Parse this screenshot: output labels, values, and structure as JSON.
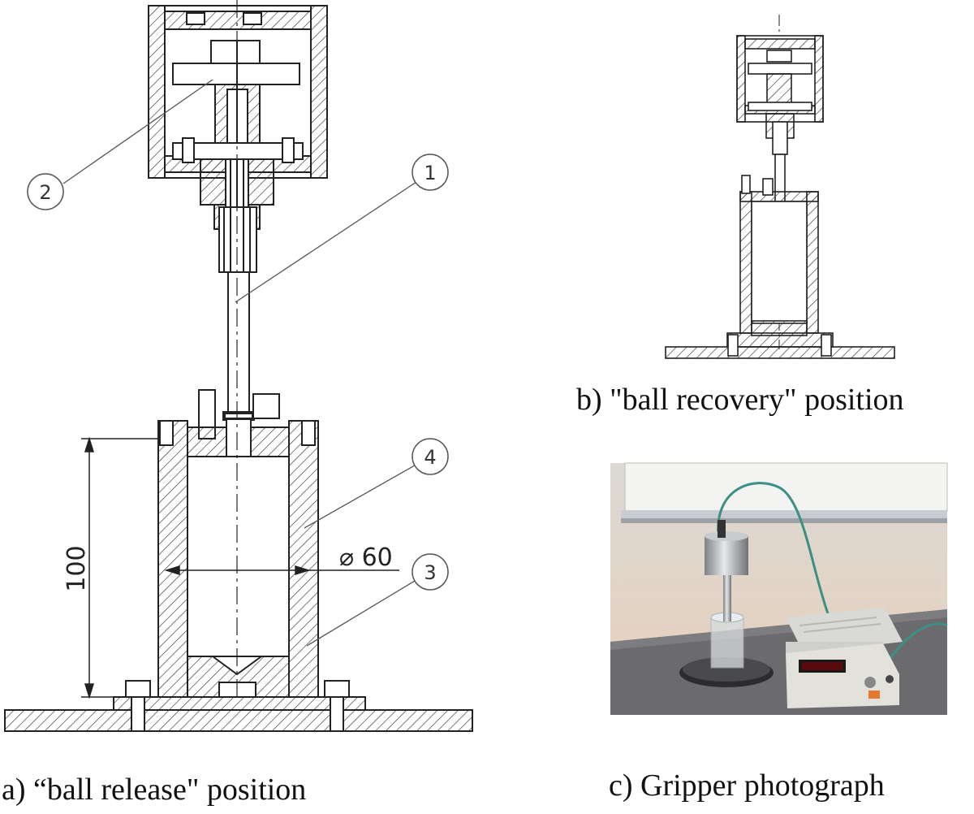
{
  "captions": {
    "a": "a) “ball release\" position",
    "b": "b) \"ball recovery\" position",
    "c": "c) Gripper photograph"
  },
  "callouts": [
    "1",
    "2",
    "3",
    "4"
  ],
  "dimensions": {
    "height": "100",
    "diameter": "⌀ 60"
  },
  "colors": {
    "line": "#222222",
    "photo_wall": "#e8d6c4",
    "photo_table": "#6b6b6e"
  }
}
